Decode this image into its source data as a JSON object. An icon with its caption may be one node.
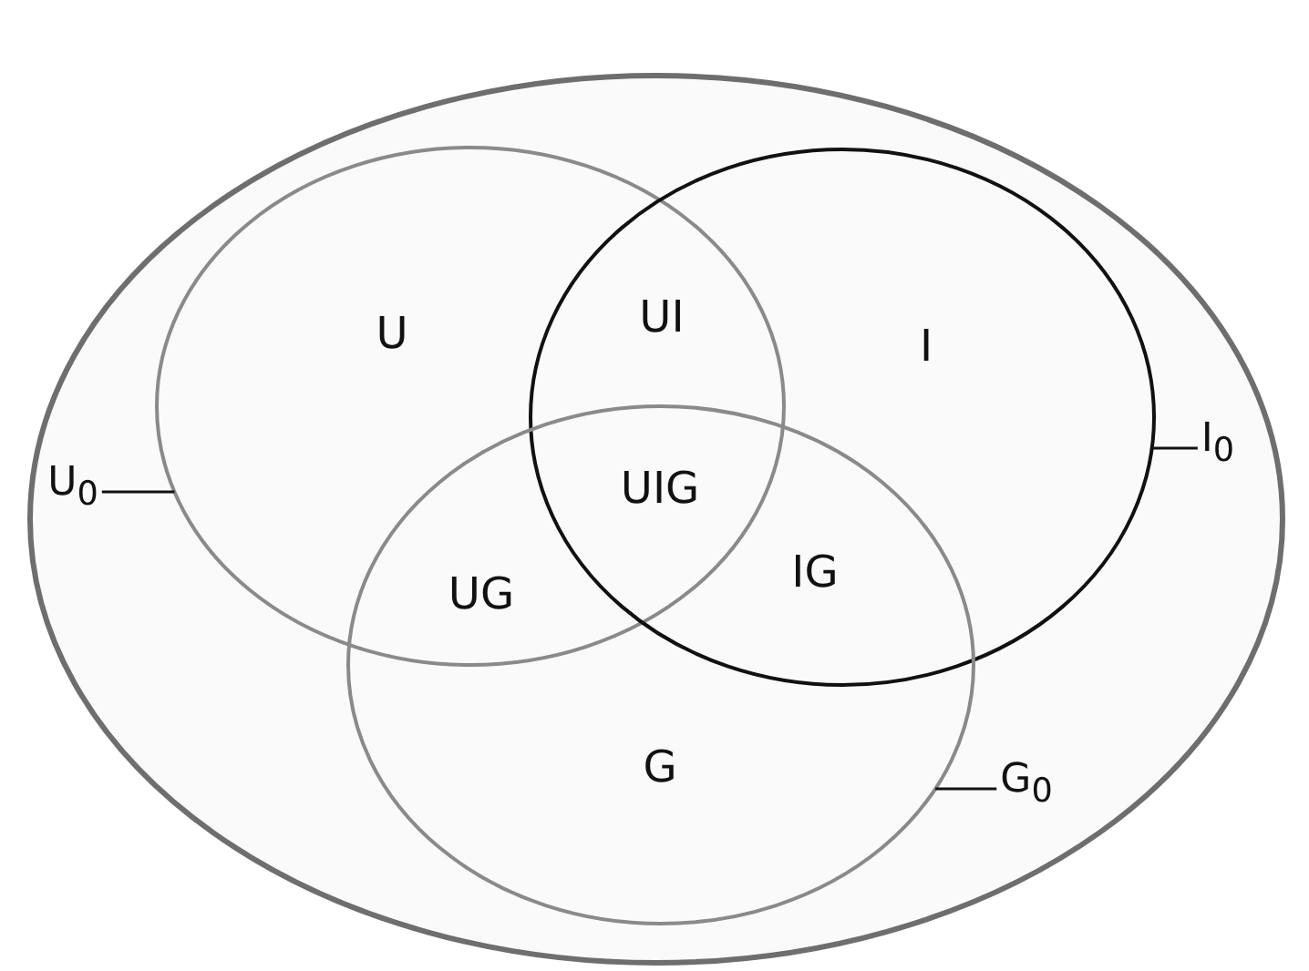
{
  "diagram": {
    "nodes": [
      {
        "text": [],
        "shape": "ellipse"
      },
      {
        "text": [],
        "shape": "ellipse",
        "in": 0
      },
      {
        "text": [],
        "shape": "ellipse",
        "in": 0
      },
      {
        "text": [],
        "shape": "ellipse",
        "in": 0
      },
      {
        "text": [
          "U$_{0}$"
        ],
        "in": 0
      },
      {
        "text": [
          "I$_{0}$"
        ],
        "in": 0
      },
      {
        "text": [
          "G$_{0}$"
        ],
        "in": 0
      }
    ],
    "edges": [
      {
        "from": 4,
        "to": 1,
        "arrow": "none"
      },
      {
        "from": 5,
        "to": 2,
        "arrow": "none"
      },
      {
        "from": 6,
        "to": 3,
        "arrow": "none"
      }
    ],
    "labels": [
      "U",
      "UI",
      "I",
      "UIG",
      "UG",
      "IG",
      "G"
    ]
  }
}
